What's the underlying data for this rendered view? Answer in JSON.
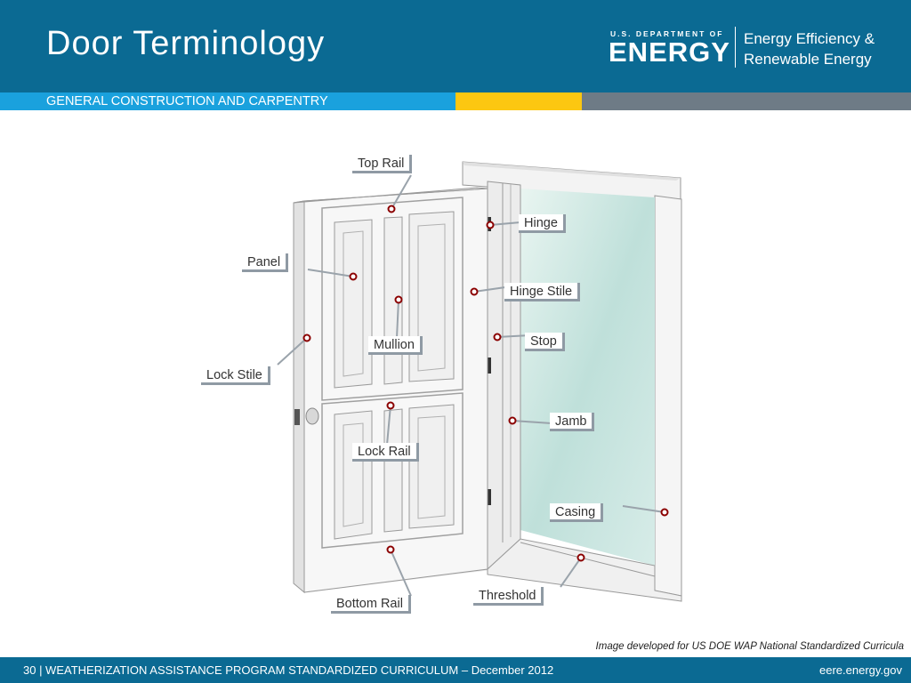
{
  "header": {
    "title": "Door Terminology",
    "agency_small": "U.S. DEPARTMENT OF",
    "agency_big": "ENERGY",
    "office_line1": "Energy Efficiency &",
    "office_line2": "Renewable Energy"
  },
  "subtitle": "GENERAL CONSTRUCTION AND CARPENTRY",
  "labels": {
    "top_rail": "Top Rail",
    "hinge": "Hinge",
    "panel": "Panel",
    "hinge_stile": "Hinge Stile",
    "mullion": "Mullion",
    "stop": "Stop",
    "lock_stile": "Lock Stile",
    "jamb": "Jamb",
    "lock_rail": "Lock Rail",
    "casing": "Casing",
    "threshold": "Threshold",
    "bottom_rail": "Bottom Rail"
  },
  "credit": "Image developed for US DOE WAP National Standardized Curricula",
  "footer": {
    "text": "30 | WEATHERIZATION ASSISTANCE PROGRAM STANDARDIZED CURRICULUM – December 2012",
    "url": "eere.energy.gov"
  },
  "colors": {
    "header": "#0b6a93",
    "subbar_blue": "#1aa1dd",
    "subbar_yellow": "#fcc711",
    "subbar_gray": "#6e7b86",
    "marker": "#8b0000"
  }
}
